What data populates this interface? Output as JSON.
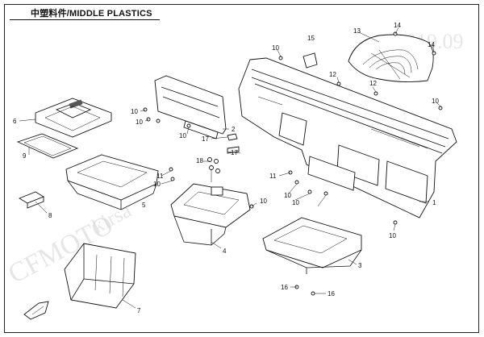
{
  "header": {
    "title": "中塑料件/MIDDLE PLASTICS"
  },
  "watermarks": [
    "CFMOTO",
    "kirsa",
    "2019.09"
  ],
  "callouts": [
    {
      "id": "c15",
      "text": "15"
    },
    {
      "id": "c13",
      "text": "13"
    },
    {
      "id": "c14a",
      "text": "14"
    },
    {
      "id": "c14b",
      "text": "14"
    },
    {
      "id": "c10a",
      "text": "10"
    },
    {
      "id": "c12a",
      "text": "12"
    },
    {
      "id": "c12b",
      "text": "12"
    },
    {
      "id": "c10b",
      "text": "10"
    },
    {
      "id": "c6",
      "text": "6"
    },
    {
      "id": "c10c",
      "text": "10"
    },
    {
      "id": "c10d",
      "text": "10"
    },
    {
      "id": "c10e",
      "text": "10"
    },
    {
      "id": "c2",
      "text": "2"
    },
    {
      "id": "c17a",
      "text": "17"
    },
    {
      "id": "c17b",
      "text": "17"
    },
    {
      "id": "c9",
      "text": "9"
    },
    {
      "id": "c18",
      "text": "18"
    },
    {
      "id": "c11a",
      "text": "11"
    },
    {
      "id": "c10f",
      "text": "10"
    },
    {
      "id": "c10g",
      "text": "10"
    },
    {
      "id": "c11b",
      "text": "11"
    },
    {
      "id": "c10h",
      "text": "10"
    },
    {
      "id": "c10i",
      "text": "10"
    },
    {
      "id": "c5",
      "text": "5"
    },
    {
      "id": "c1",
      "text": "1"
    },
    {
      "id": "c8",
      "text": "8"
    },
    {
      "id": "c10j",
      "text": "10"
    },
    {
      "id": "c4",
      "text": "4"
    },
    {
      "id": "c3",
      "text": "3"
    },
    {
      "id": "c7",
      "text": "7"
    },
    {
      "id": "c16a",
      "text": "16"
    },
    {
      "id": "c16b",
      "text": "16"
    }
  ]
}
